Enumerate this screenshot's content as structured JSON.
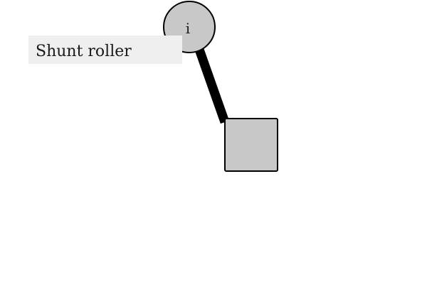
{
  "diagram": {
    "label": "Shunt roller",
    "label_background": "#efefef",
    "nodes": [
      {
        "id": "i",
        "shape": "circle",
        "text": "i",
        "fill": "#c8c8c8",
        "stroke": "#000000"
      },
      {
        "id": "box",
        "shape": "square",
        "text": "",
        "fill": "#c8c8c8",
        "stroke": "#000000"
      }
    ],
    "edges": [
      {
        "from": "i",
        "to": "box",
        "color": "#000000",
        "style": "thick"
      }
    ]
  }
}
